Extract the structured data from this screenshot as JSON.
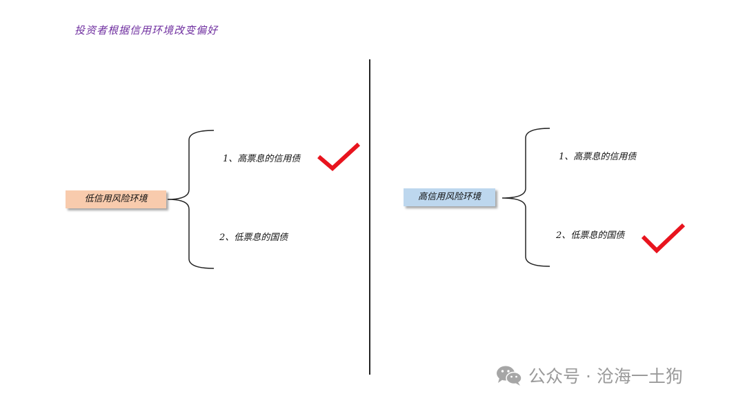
{
  "title": "投资者根据信用环境改变偏好",
  "left_panel": {
    "box_label": "低信用风险环境",
    "box_color": "#f8cbad",
    "items": [
      "1、高票息的信用债",
      "2、低票息的国债"
    ],
    "checked_item": 0
  },
  "right_panel": {
    "box_label": "高信用风险环境",
    "box_color": "#bdd7ee",
    "items": [
      "1、高票息的信用债",
      "2、低票息的国债"
    ],
    "checked_item": 1
  },
  "check_color": "#e8141e",
  "title_color": "#7030a0",
  "watermark": {
    "icon": "wechat-icon",
    "text": "公众号 · 沧海一土狗"
  }
}
